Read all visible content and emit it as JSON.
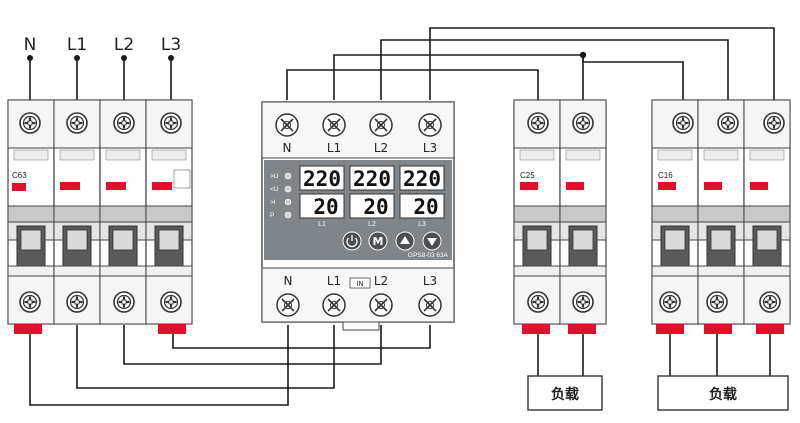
{
  "supply_labels": {
    "n": "N",
    "l1": "L1",
    "l2": "L2",
    "l3": "L3"
  },
  "main_breaker": {
    "rating": "C63"
  },
  "protector": {
    "top_terminals": {
      "n": "N",
      "l1": "L1",
      "l2": "L2",
      "l3": "L3"
    },
    "bottom_terminals": {
      "n": "N",
      "l1": "L1",
      "l2": "L2",
      "l3": "L3",
      "in_mark": "IN"
    },
    "indicators": {
      "u_high": ">U",
      "u_low": "<U",
      "i_high": ">I",
      "power": "P"
    },
    "voltage_readings": {
      "l1": "220",
      "l2": "220",
      "l3": "220"
    },
    "current_readings": {
      "l1": "20",
      "l2": "20",
      "l3": "20"
    },
    "phase_labels": {
      "l1": "L1",
      "l2": "L2",
      "l3": "L3"
    },
    "model": "GPS8-03 63A",
    "buttons": {
      "power": "power-icon",
      "mode": "M",
      "up": "up-arrow-icon",
      "down": "down-arrow-icon"
    }
  },
  "breaker_2p": {
    "rating": "C25"
  },
  "breaker_3p": {
    "rating": "C16"
  },
  "loads": {
    "load_1": "负载",
    "load_2": "负载"
  },
  "colors": {
    "accent_red": "#e0102a",
    "panel_grey": "#7f8588",
    "wire": "#1a1a1a",
    "body_fill": "#ffffff"
  }
}
